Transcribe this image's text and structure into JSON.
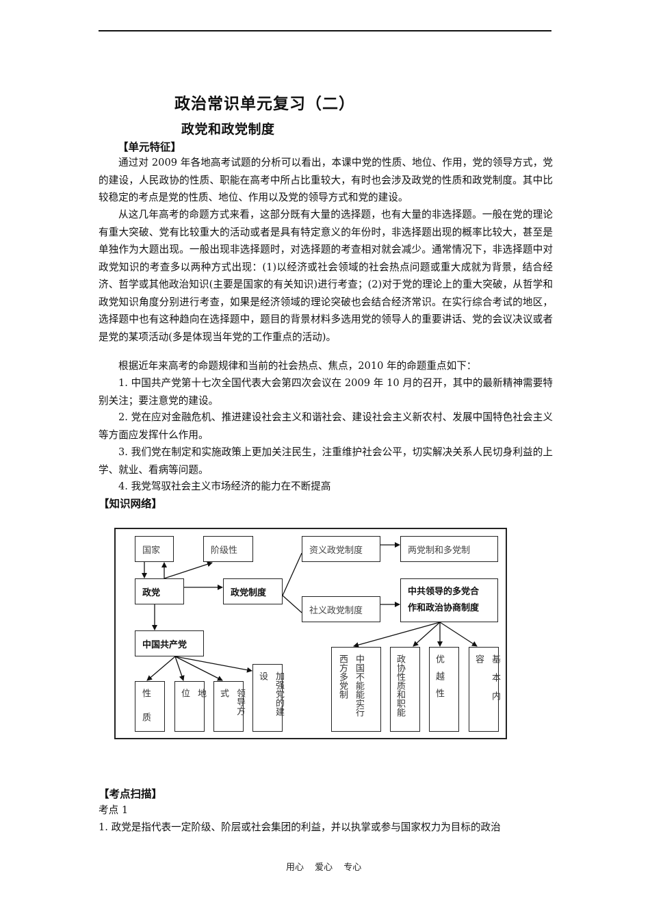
{
  "header": {
    "title": "政治常识单元复习（二）",
    "subtitle": "政党和政党制度"
  },
  "sections": {
    "unit_features": {
      "heading": "【单元特征】",
      "paragraphs": [
        "通过对 2009 年各地高考试题的分析可以看出，本课中党的性质、地位、作用，党的领导方式，党的建设，人民政协的性质、职能在高考中所占比重较大，有时也会涉及政党的性质和政党制度。其中比较稳定的考点是党的性质、地位、作用以及党的领导方式和党的建设。",
        "从这几年高考的命题方式来看，这部分既有大量的选择题，也有大量的非选择题。一般在党的理论有重大突破、党有比较重大的活动或者是具有特定意义的年份时，非选择题出现的概率比较大，甚至是单独作为大题出现。一般出现非选择题时，对选择题的考查相对就会减少。通常情况下，非选择题中对政党知识的考查多以两种方式出现：(1)以经济或社会领域的社会热点问题或重大成就为背景，结合经济、哲学或其他政治知识(主要是国家的有关知识)进行考查；(2)对于党的理论上的重大突破，从哲学和政党知识角度分别进行考查，如果是经济领域的理论突破也会结合经济常识。在实行综合考试的地区，选择题中也有这种趋向在选择题中，题目的背景材料多选用党的领导人的重要讲话、党的会议决议或者是党的某项活动(多是体现当年党的工作重点的活动)。",
        "根据近年来高考的命题规律和当前的社会热点、焦点，2010 年的命题重点如下："
      ],
      "items": [
        "1. 中国共产党第十七次全国代表大会第四次会议在 2009 年 10 月的召开，其中的最新精神需要特别关注；要注意党的建设。",
        "2. 党在应对金融危机、推进建设社会主义和谐社会、建设社会主义新农村、发展中国特色社会主义等方面应发挥什么作用。",
        "3. 我们党在制定和实施政策上更加关注民生，注重维护社会公平，切实解决关系人民切身利益的上学、就业、看病等问题。",
        "4. 我党驾驭社会主义市场经济的能力在不断提高"
      ]
    },
    "knowledge_network": {
      "heading": "【知识网络】",
      "diagram": {
        "guojia": "国家",
        "jiejixing": "阶级性",
        "zhengdang": "政党",
        "zhengdang_zhidu": "政党制度",
        "ziyi": "资义政党制度",
        "liangdang": "两党制和多党制",
        "sheyi": "社义政党制度",
        "zhonggong_line1": "中共领导的多党合",
        "zhonggong_line2": "作和政治协商制度",
        "gongchandang": "中国共产党",
        "xingzhi_a": "性",
        "xingzhi_b": "质",
        "diwei_a": "位",
        "diwei_b": "地",
        "lingdao_a": "式",
        "lingdao_b": "领导方",
        "jianshe_a": "设",
        "jianshe_b": "加强党的建",
        "xifang_a": "西方多党制",
        "xifang_b": "中国不能能实行",
        "zhengxie": "政协性质和职能",
        "youyue": "优越性",
        "neirong_a": "容",
        "neirong_b": "基本内"
      }
    },
    "exam_points": {
      "heading": "【考点扫描】",
      "point_label": "考点 1",
      "first_line": "1. 政党是指代表一定阶级、阶层或社会集团的利益，并以执掌或参与国家权力为目标的政治"
    }
  },
  "footer": {
    "text": "用心 爱心 专心"
  }
}
